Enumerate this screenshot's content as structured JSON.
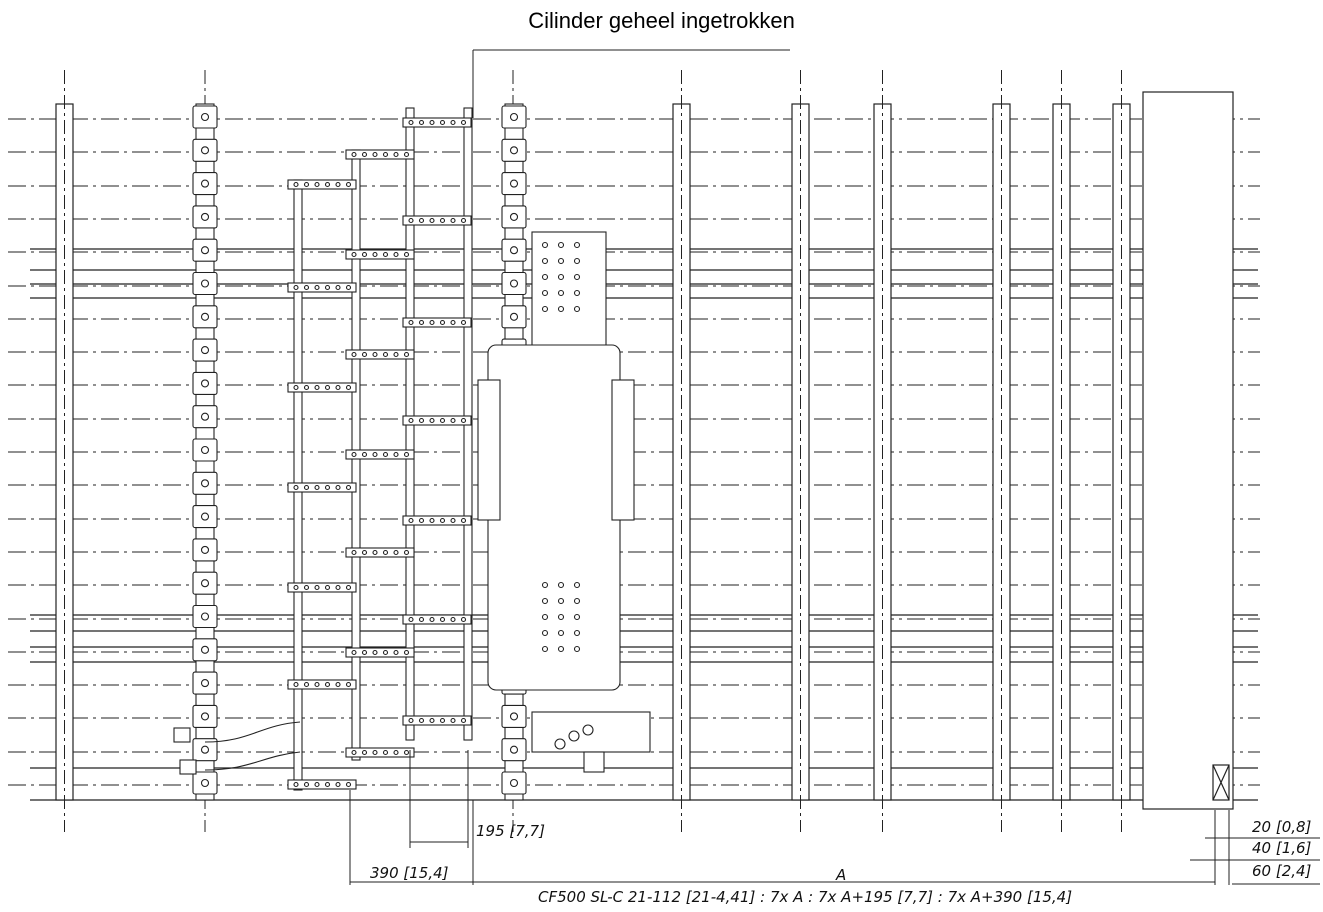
{
  "title": "Cilinder geheel ingetrokken",
  "dimensions": {
    "d195": "195 [7,7]",
    "d390": "390 [15,4]",
    "dA": "A",
    "d20": "20 [0,8]",
    "d40": "40 [1,6]",
    "d60": "60 [2,4]"
  },
  "caption": "CF500 SL-C 21-112 [21-4,41] : 7x A : 7x A+195 [7,7] : 7x A+390 [15,4]",
  "colors": {
    "line": "#1a1a1a",
    "background": "#ffffff"
  }
}
